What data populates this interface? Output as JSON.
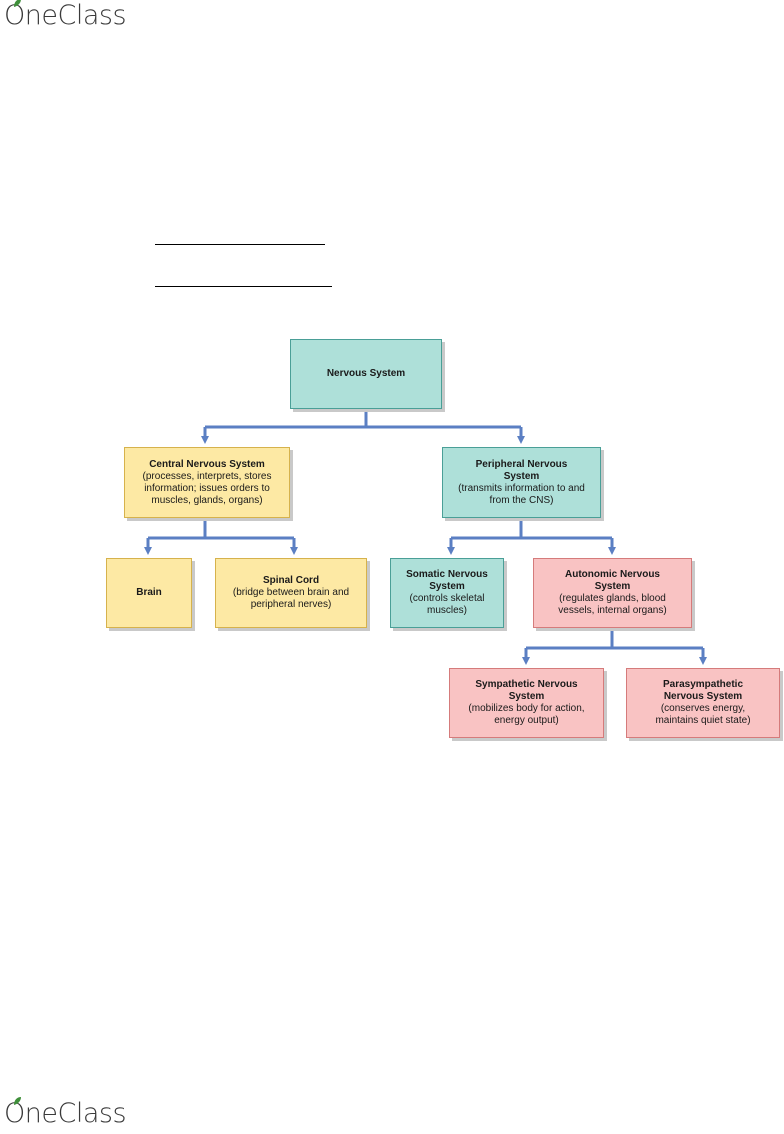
{
  "brand": {
    "name": "OneClass"
  },
  "colors": {
    "teal": "#aee0d9",
    "yellow": "#fde9a4",
    "pink": "#f9c3c3",
    "connector": "#5b7fc3"
  },
  "nodes": {
    "nervous": {
      "title": "Nervous System",
      "desc": ""
    },
    "cns": {
      "title": "Central Nervous System",
      "desc": "(processes, interprets, stores information; issues orders to muscles, glands, organs)"
    },
    "pns": {
      "title": "Peripheral Nervous System",
      "desc": "(transmits information to and from the CNS)"
    },
    "brain": {
      "title": "Brain",
      "desc": ""
    },
    "spinal": {
      "title": "Spinal Cord",
      "desc": "(bridge between brain and peripheral nerves)"
    },
    "somatic": {
      "title": "Somatic Nervous System",
      "desc": "(controls skeletal muscles)"
    },
    "autonomic": {
      "title": "Autonomic Nervous System",
      "desc": "(regulates glands, blood vessels, internal organs)"
    },
    "sympathetic": {
      "title": "Sympathetic Nervous System",
      "desc": "(mobilizes body for action, energy output)"
    },
    "parasympathetic": {
      "title": "Parasympathetic Nervous System",
      "desc": "(conserves energy, maintains quiet state)"
    }
  }
}
